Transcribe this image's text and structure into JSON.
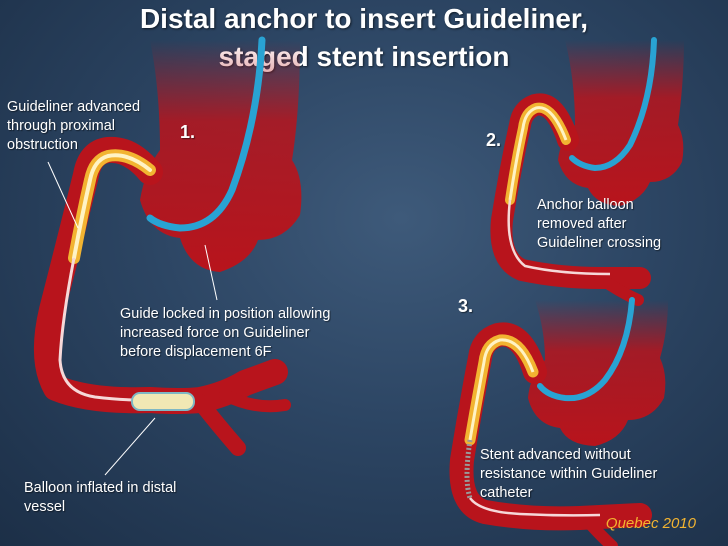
{
  "title": {
    "line1": "Distal anchor to insert Guideliner,",
    "line2": "staged stent insertion"
  },
  "panels": {
    "step1": "1.",
    "step2": "2.",
    "step3": "3."
  },
  "annotations": {
    "guideliner_advanced": [
      "Guideliner advanced",
      "through proximal",
      "obstruction"
    ],
    "guide_locked": [
      "Guide locked in position allowing",
      "increased force on Guideliner",
      "before displacement 6F"
    ],
    "balloon_inflated": [
      "Balloon inflated in distal",
      "vessel"
    ],
    "anchor_removed": [
      "Anchor balloon",
      "removed after",
      "Guideliner crossing"
    ],
    "stent_advanced": [
      "Stent advanced without",
      "resistance within Guideliner",
      "catheter"
    ]
  },
  "source": "Quebec 2010",
  "colors": {
    "vessel": "#b8141c",
    "vessel_highlight": "#d93a3a",
    "guide_catheter": "#29a3d3",
    "guideliner": "#f2b431",
    "guideliner_inner": "#fff3c4",
    "wire": "#f6d8d8",
    "background": "#2c4563",
    "source_text": "#f2b431"
  }
}
